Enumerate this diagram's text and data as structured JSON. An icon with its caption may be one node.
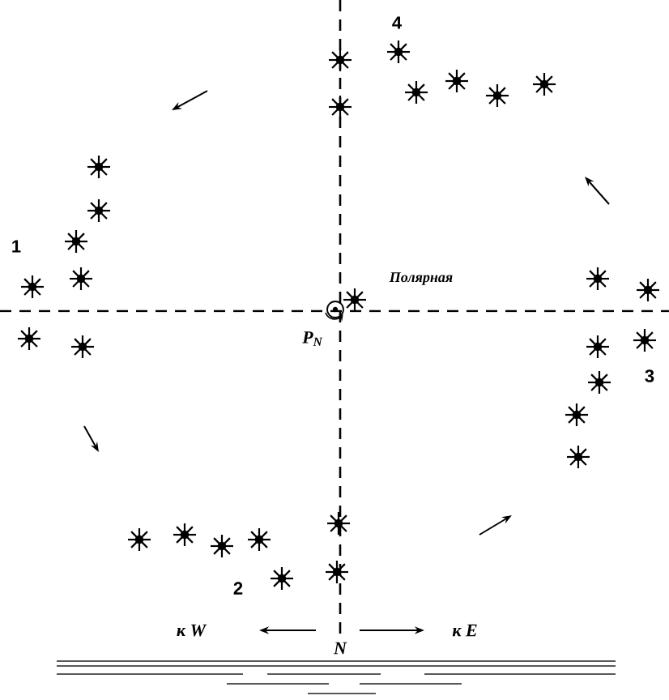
{
  "diagram": {
    "labels": [
      "4",
      "1",
      "Полярная",
      "P$_{N}$",
      "3",
      "2",
      "к W",
      "N",
      "к E"
    ]
  }
}
